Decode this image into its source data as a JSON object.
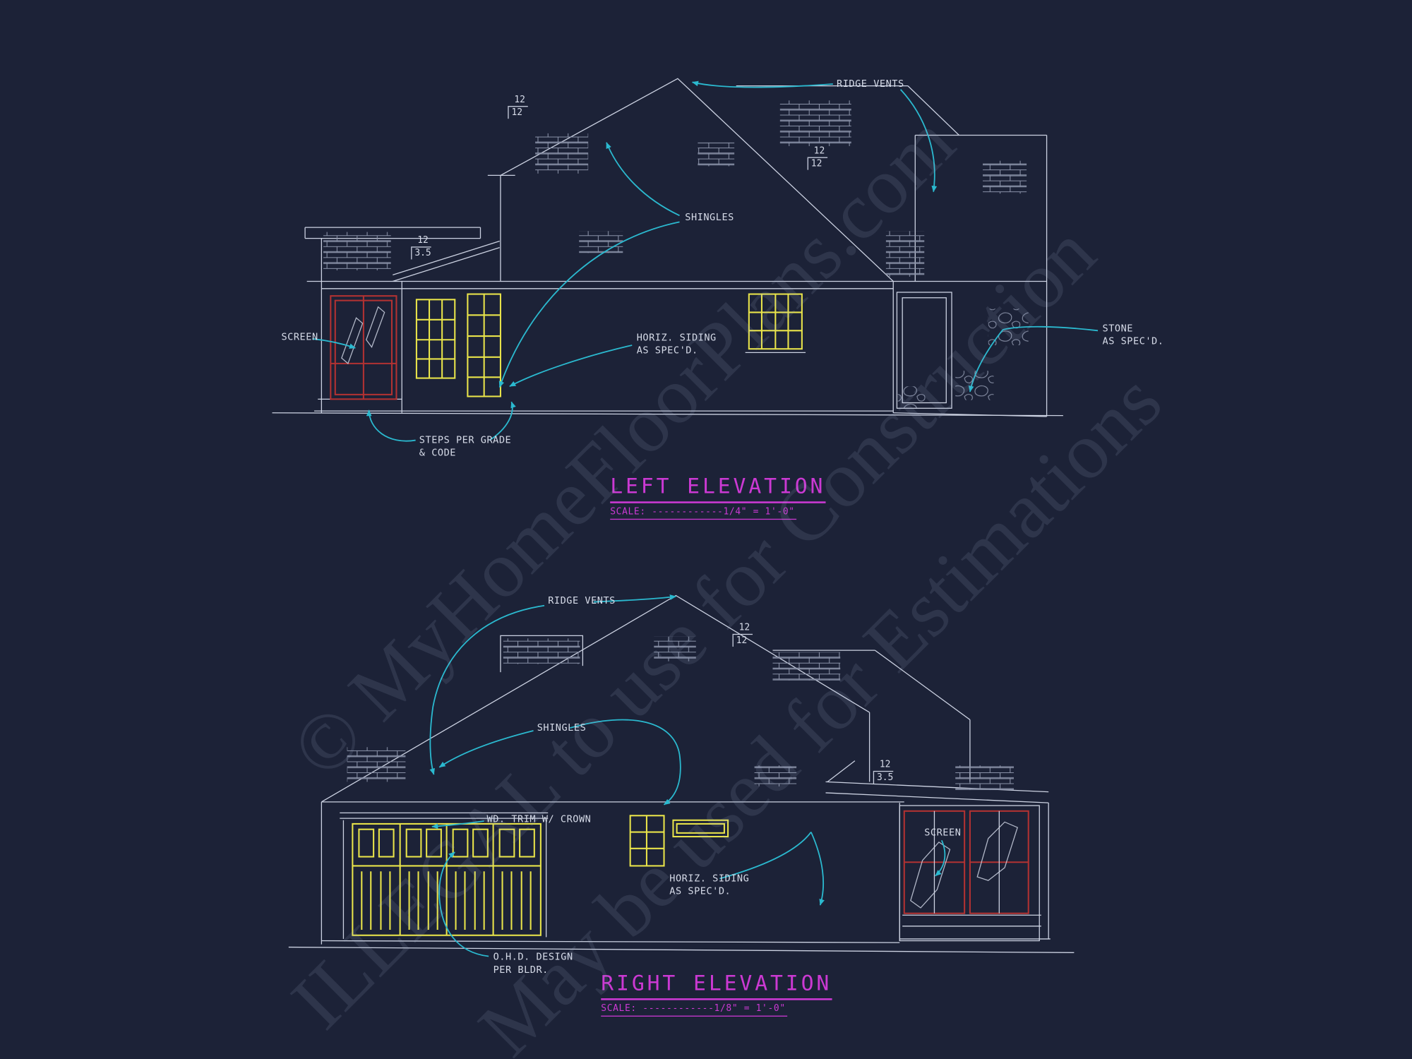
{
  "meta": {
    "colors": {
      "background": "#1c2237",
      "line": "#ccd2e2",
      "line_dim": "#8d95ab",
      "yellow": "#e9e44a",
      "red": "#b23232",
      "cyan": "#2bb9cf",
      "magenta": "#cb39d3",
      "text": "#d6dbe8",
      "blob": "#9aa2b6",
      "watermark": "rgba(173,185,214,0.13)"
    }
  },
  "watermark": {
    "line1": "© MyHomeFloorPlans.com",
    "line2": "ILLEGAL to use for Construction",
    "line3": "May be used for Estimations"
  },
  "left_elevation": {
    "title": "LEFT ELEVATION",
    "scale_label": "SCALE: ------------1/4\" = 1'-0\"",
    "labels": {
      "ridge_vents": "RIDGE VENTS",
      "shingles": "SHINGLES",
      "screen": "SCREEN",
      "horiz_siding": "HORIZ. SIDING\nAS SPEC'D.",
      "stone": "STONE\nAS SPEC'D.",
      "steps": "STEPS PER GRADE\n& CODE"
    },
    "pitch_markers": [
      {
        "run": "12",
        "rise": "12"
      },
      {
        "run": "12",
        "rise": "12"
      },
      {
        "run": "12",
        "rise": "3.5"
      }
    ]
  },
  "right_elevation": {
    "title": "RIGHT ELEVATION",
    "scale_label": "SCALE: ------------1/8\" = 1'-0\"",
    "labels": {
      "ridge_vents": "RIDGE VENTS",
      "shingles": "SHINGLES",
      "wd_trim": "WD. TRIM W/ CROWN",
      "horiz_siding": "HORIZ. SIDING\nAS SPEC'D.",
      "screen": "SCREEN",
      "ohd": "O.H.D. DESIGN\nPER BLDR."
    },
    "pitch_markers": [
      {
        "run": "12",
        "rise": "12"
      },
      {
        "run": "12",
        "rise": "3.5"
      }
    ]
  }
}
